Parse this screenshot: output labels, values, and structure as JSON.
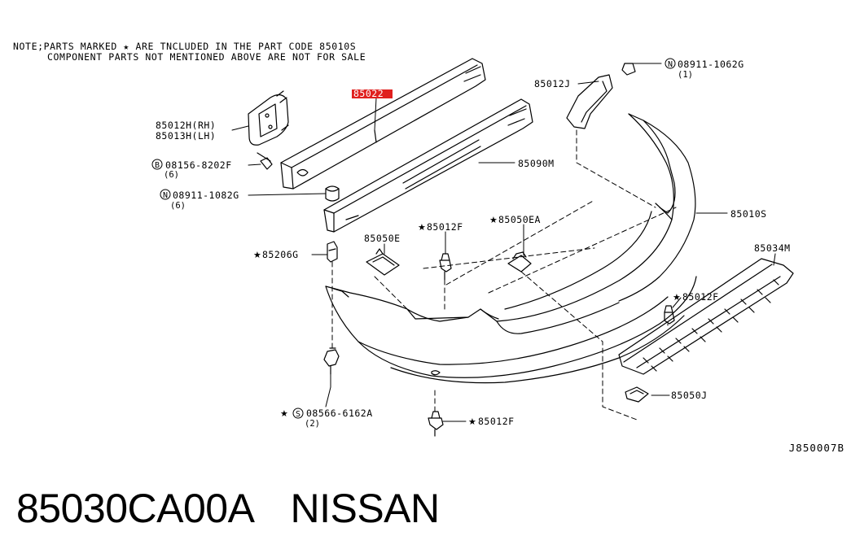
{
  "note": {
    "line1": "NOTE;PARTS MARKED ★ ARE TNCLUDED IN THE PART CODE 85010S",
    "line2": "COMPONENT PARTS NOT MENTIONED ABOVE ARE NOT FOR SALE"
  },
  "labels": {
    "p85022": "85022",
    "p85012H": "85012H(RH)",
    "p85013H": "85013H(LH)",
    "b08156": "08156-8202F",
    "b08156_qty": "(6)",
    "n08911_1082G": "08911-1082G",
    "n08911_1082G_qty": "(6)",
    "p85012J": "85012J",
    "n08911_1062G": "08911-1062G",
    "n08911_1062G_qty": "(1)",
    "p85090M": "85090M",
    "p85010S": "85010S",
    "p85034M": "85034M",
    "p85050E": "85050E",
    "p85012F_top": "85012F",
    "p85050EA": "85050EA",
    "p85206G": "85206G",
    "p85012F_right": "85012F",
    "p85050J": "85050J",
    "s08566": "08566-6162A",
    "s08566_qty": "(2)",
    "p85012F_bottom": "85012F"
  },
  "symbols": {
    "circle_b": "B",
    "circle_n": "N",
    "circle_s": "S",
    "star": "★"
  },
  "diagram_code": "J850007B",
  "footer": {
    "part_number": "85030CA00A",
    "brand": "NISSAN"
  },
  "colors": {
    "highlight": "#e0201e",
    "line": "#000000"
  }
}
